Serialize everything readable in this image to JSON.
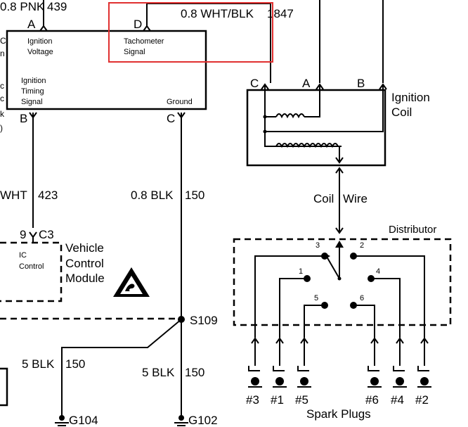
{
  "highlight_color": "#e03030",
  "ecm": {
    "pins": {
      "a": "A",
      "d": "D",
      "b": "B",
      "c": "C"
    },
    "ignition_voltage": [
      "Ignition",
      "Voltage"
    ],
    "tachometer_signal": [
      "Tachometer",
      "Signal"
    ],
    "ignition_timing": [
      "Ignition",
      "Timing",
      "Signal"
    ],
    "ground": "Ground",
    "edge_letters": [
      "C",
      "n",
      "",
      "c",
      "c",
      "k",
      ")"
    ]
  },
  "wires": {
    "top_left": "0.8 PNK",
    "top_left_circuit": "439",
    "tach": "0.8 WHT/BLK",
    "tach_circuit": "1847",
    "timing": "WHT",
    "timing_circuit": "423",
    "ground": "0.8 BLK",
    "ground_circuit": "150",
    "left_ground": "5 BLK",
    "left_ground_circuit": "150",
    "right_ground": "5 BLK",
    "right_ground_circuit": "150"
  },
  "coil": {
    "title": [
      "Ignition",
      "Coil"
    ],
    "pins": {
      "c": "C",
      "a": "A",
      "b": "B"
    },
    "coil_wire": [
      "Coil",
      "Wire"
    ]
  },
  "vcm": {
    "pin_number": "9",
    "connector": "C3",
    "ic_control": [
      "IC",
      "Control"
    ],
    "title": [
      "Vehicle",
      "Control",
      "Module"
    ]
  },
  "splice": "S109",
  "grounds": {
    "left": "G104",
    "right": "G102"
  },
  "distributor": {
    "title": "Distributor",
    "terminals": [
      "3",
      "2",
      "1",
      "4",
      "5",
      "6"
    ]
  },
  "spark_plugs": {
    "labels": [
      "#3",
      "#1",
      "#5",
      "#6",
      "#4",
      "#2"
    ],
    "title": "Spark Plugs"
  }
}
